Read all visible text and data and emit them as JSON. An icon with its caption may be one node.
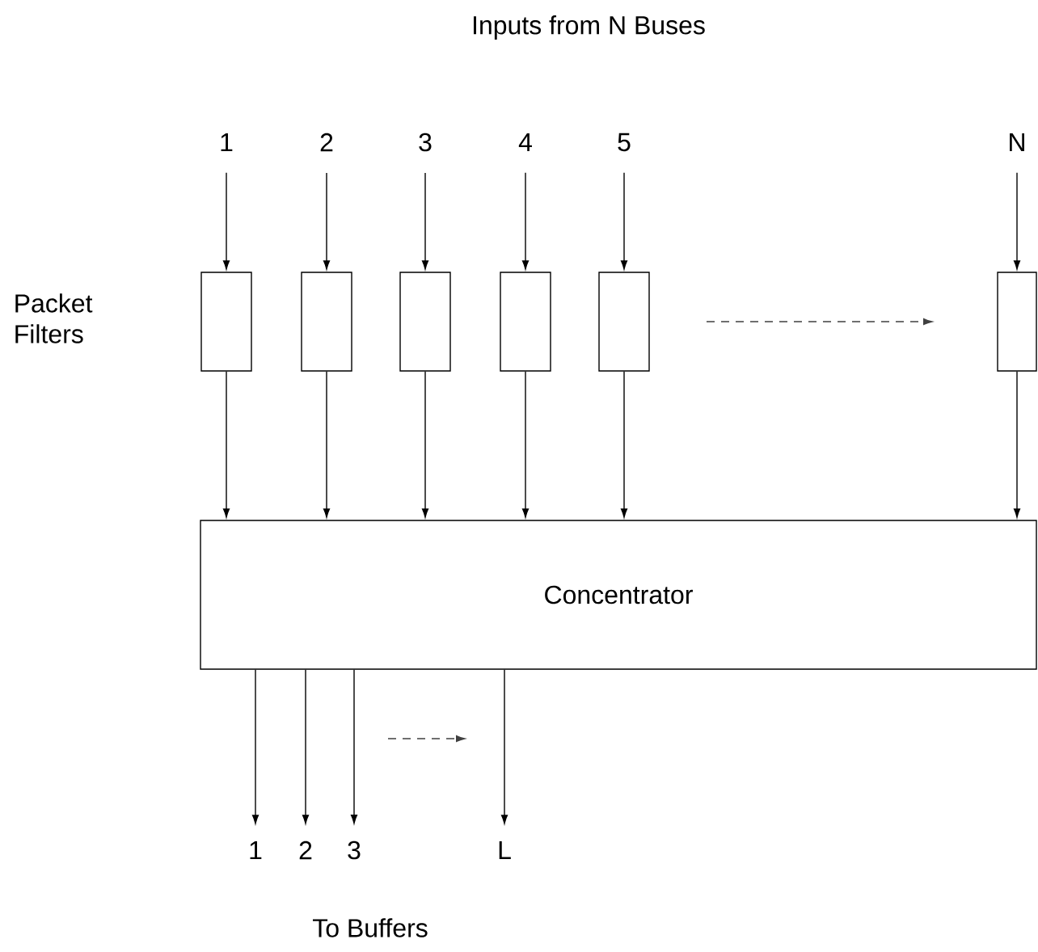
{
  "diagram": {
    "title": "Inputs from N Buses",
    "nodes": [
      {
        "text": [
          "1"
        ]
      },
      {
        "text": [
          "2"
        ]
      },
      {
        "text": [
          "3"
        ]
      },
      {
        "text": [
          "4"
        ]
      },
      {
        "text": [
          "5"
        ]
      },
      {
        "text": [
          "N"
        ]
      },
      {
        "text": [],
        "shape": "box"
      },
      {
        "text": [],
        "shape": "box"
      },
      {
        "text": [],
        "shape": "box"
      },
      {
        "text": [],
        "shape": "box"
      },
      {
        "text": [],
        "shape": "box"
      },
      {
        "text": [],
        "shape": "box"
      },
      {
        "text": [
          "Concentrator"
        ]
      },
      {
        "text": [
          "1"
        ]
      },
      {
        "text": [
          "2"
        ]
      },
      {
        "text": [
          "3"
        ]
      },
      {
        "text": [
          "L"
        ]
      }
    ],
    "edges": [
      {
        "from": 0,
        "to": 6,
        "arrow": "to"
      },
      {
        "from": 1,
        "to": 7,
        "arrow": "to"
      },
      {
        "from": 2,
        "to": 8,
        "arrow": "to"
      },
      {
        "from": 3,
        "to": 9,
        "arrow": "to"
      },
      {
        "from": 4,
        "to": 10,
        "arrow": "to"
      },
      {
        "from": 5,
        "to": 11,
        "arrow": "to"
      },
      {
        "from": 6,
        "to": 12,
        "arrow": "to"
      },
      {
        "from": 7,
        "to": 12,
        "arrow": "to"
      },
      {
        "from": 8,
        "to": 12,
        "arrow": "to"
      },
      {
        "from": 9,
        "to": 12,
        "arrow": "to"
      },
      {
        "from": 10,
        "to": 12,
        "arrow": "to"
      },
      {
        "from": 11,
        "to": 12,
        "arrow": "to"
      },
      {
        "from": 12,
        "to": 13,
        "arrow": "to"
      },
      {
        "from": 12,
        "to": 14,
        "arrow": "to"
      },
      {
        "from": 12,
        "to": 15,
        "arrow": "to"
      },
      {
        "from": 12,
        "to": 16,
        "arrow": "to"
      }
    ],
    "labels": [
      "Packet Filters",
      "To Buffers"
    ]
  }
}
